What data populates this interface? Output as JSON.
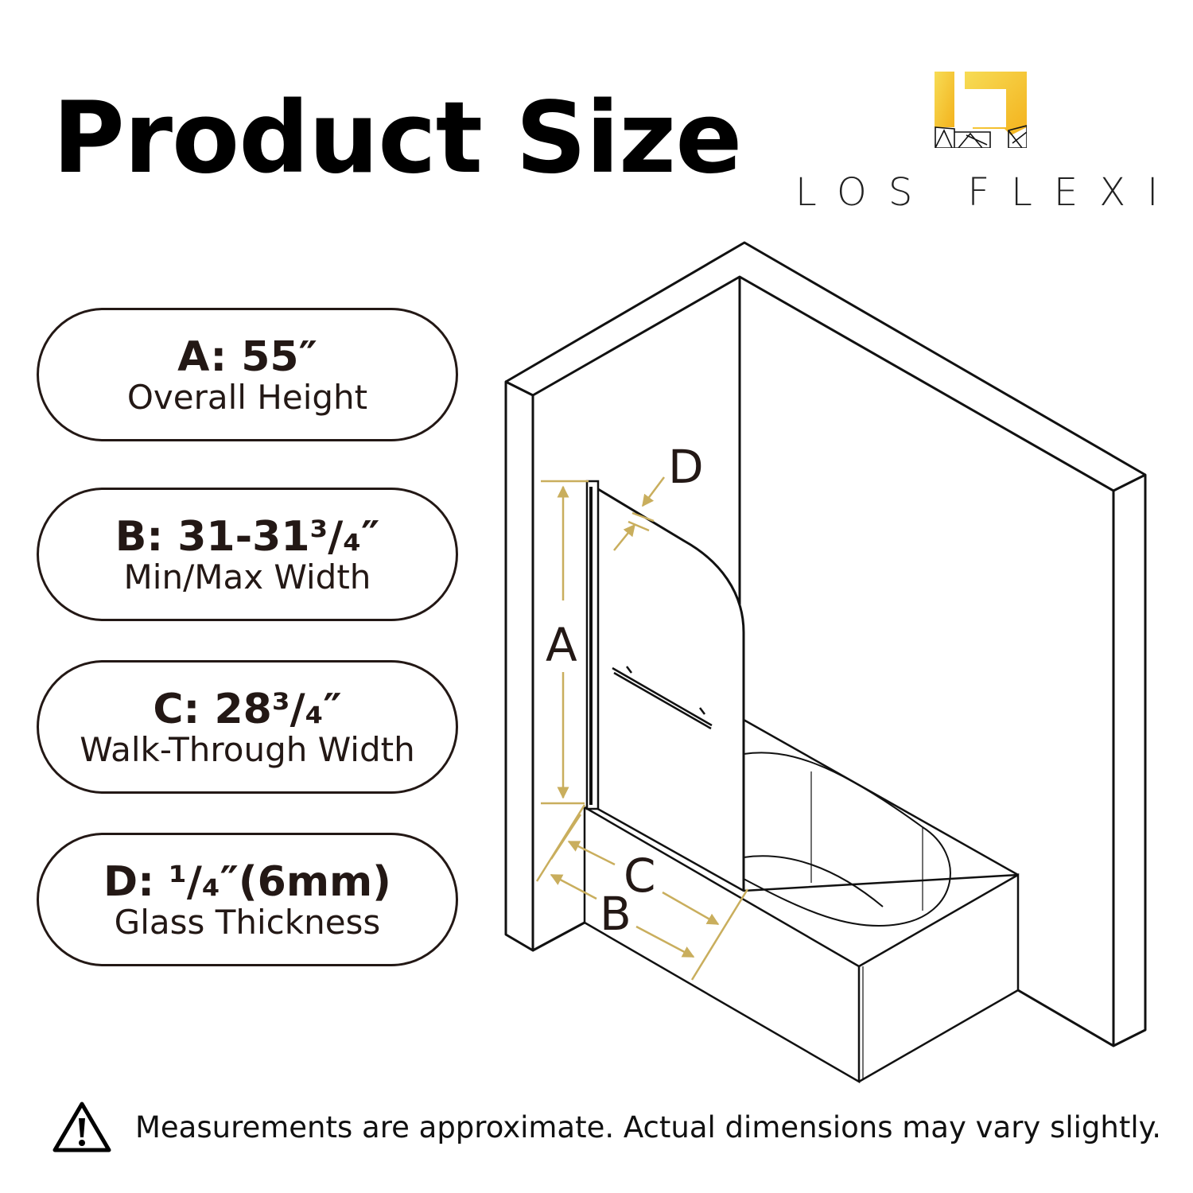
{
  "title": "Product Size",
  "brand": {
    "name": "LOS FLEXI",
    "logo_icon": "lf-monogram-logo",
    "logo_color": "#f5c02c"
  },
  "specs": [
    {
      "value": "A: 55″",
      "label": "Overall Height"
    },
    {
      "value": "B: 31-31³/₄″",
      "label": "Min/Max Width"
    },
    {
      "value": "C: 28³/₄″",
      "label": "Walk-Through Width"
    },
    {
      "value": "D: ¹/₄″(6mm)",
      "label": "Glass Thickness"
    }
  ],
  "diagram": {
    "labels": {
      "a": "A",
      "b": "B",
      "c": "C",
      "d": "D"
    },
    "dimension_color": "#c9ae5d"
  },
  "note": {
    "icon": "warning-icon",
    "text": "Measurements are approximate. Actual dimensions may vary slightly."
  }
}
